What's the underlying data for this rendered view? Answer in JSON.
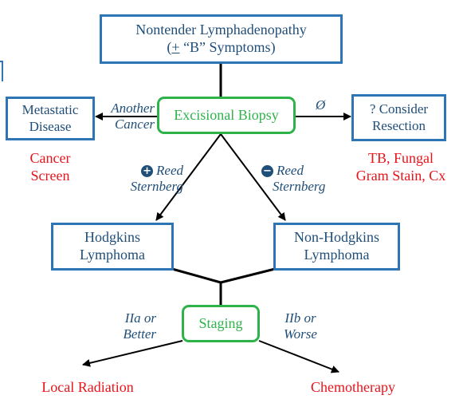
{
  "colors": {
    "box_border_blue": "#2e75b6",
    "text_dark_blue": "#1f4e79",
    "green": "#2eb24a",
    "red": "#e8141b",
    "connector": "#000000"
  },
  "nodes": {
    "presentation": {
      "line1": "Nontender Lymphadenopathy",
      "line2_prefix": "+",
      "line2_rest": " “B” Symptoms)",
      "line2_open": "("
    },
    "biopsy": {
      "label": "Excisional Biopsy"
    },
    "metastatic": {
      "line1": "Metastatic",
      "line2": "Disease"
    },
    "resection": {
      "line1": "? Consider",
      "line2": "Resection"
    },
    "hodgkins": {
      "line1": "Hodgkins",
      "line2": "Lymphoma"
    },
    "nonhodgkins": {
      "line1": "Non-Hodgkins",
      "line2": "Lymphoma"
    },
    "staging": {
      "label": "Staging"
    }
  },
  "edge_labels": {
    "another_cancer": {
      "line1": "Another",
      "line2": "Cancer"
    },
    "null_result": {
      "symbol": "Ø"
    },
    "positive_rs": {
      "sign": "+",
      "line1": "Reed",
      "line2": "Sternberg"
    },
    "negative_rs": {
      "sign": "−",
      "line1": "Reed",
      "line2": "Sternberg"
    },
    "iia_better": {
      "line1": "IIa or",
      "line2": "Better"
    },
    "iib_worse": {
      "line1": "IIb or",
      "line2": "Worse"
    }
  },
  "outcomes": {
    "cancer_screen": {
      "line1": "Cancer",
      "line2": "Screen"
    },
    "tb_fungal": {
      "line1": "TB, Fungal",
      "line2": "Gram Stain, Cx"
    },
    "local_radiation": {
      "label": "Local Radiation"
    },
    "chemotherapy": {
      "label": "Chemotherapy"
    }
  }
}
